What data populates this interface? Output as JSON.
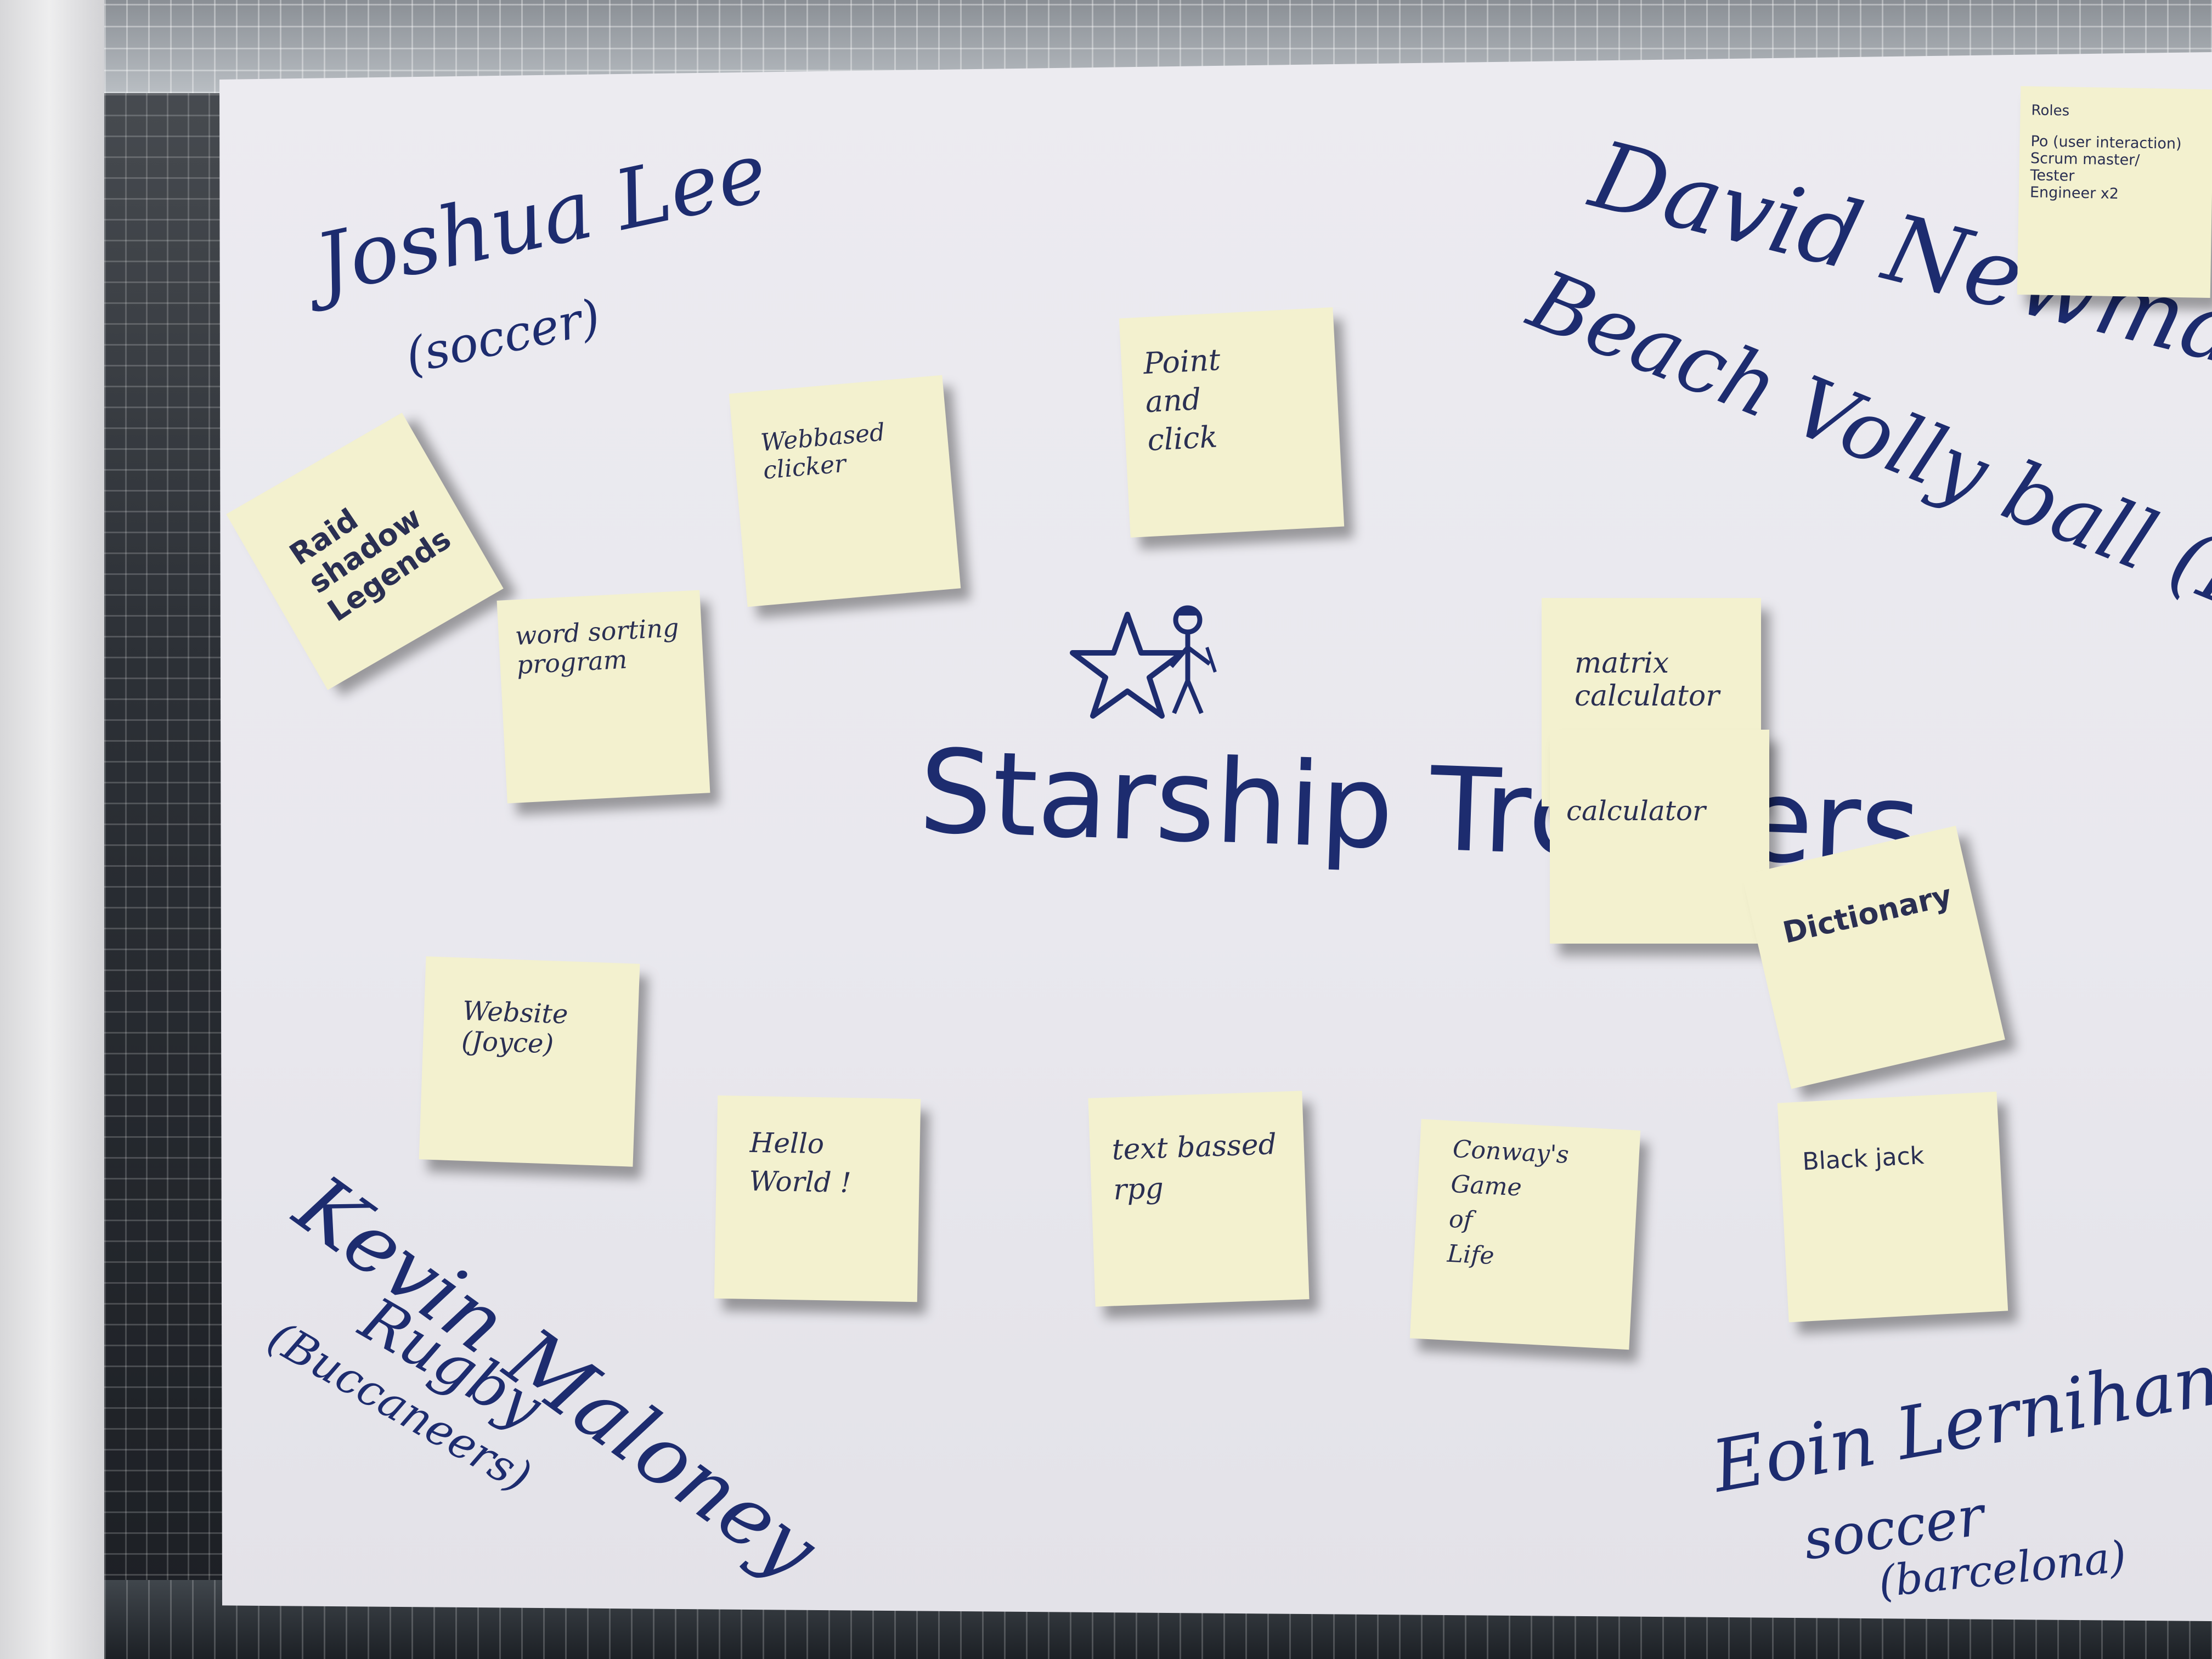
{
  "poster": {
    "title": "Starship Troopers",
    "names": {
      "joshua": "Joshua Lee",
      "joshua_sport": "(soccer)",
      "david": "David Newman",
      "david_sport": "Beach Volly ball (FEMALE)",
      "kevin": "Kevin Maloney",
      "kevin_sport": "Rugby",
      "kevin_team": "(Buccaneers)",
      "eoin": "Eoin Lernihan",
      "eoin_sport": "soccer",
      "eoin_team": "(barcelona)"
    },
    "roles_note": {
      "heading": "Roles",
      "lines": "Po (user interaction)\nScrum master/\nTester\nEngineer x2"
    },
    "notes": {
      "raid": "Raid\nshadow\nLegends",
      "word_sorting": "word sorting\nprogram",
      "webbased": "Webbased\nclicker",
      "point_click": "Point\nand\nclick",
      "matrix": "matrix\ncalculator",
      "calculator": "calculator",
      "dictionary": "Dictionary",
      "website": "Website\n(Joyce)",
      "hello": "Hello\nWorld !",
      "text_rpg": "text bassed\nrpg",
      "conway": "Conway's\nGame\nof\nLife",
      "blackjack": "Black jack"
    },
    "colors": {
      "ink": "#1d2c6f",
      "sticky": "#f3f1cf",
      "paper": "#ecebf0"
    },
    "icons": [
      "star-icon",
      "stick-figure-icon"
    ]
  }
}
